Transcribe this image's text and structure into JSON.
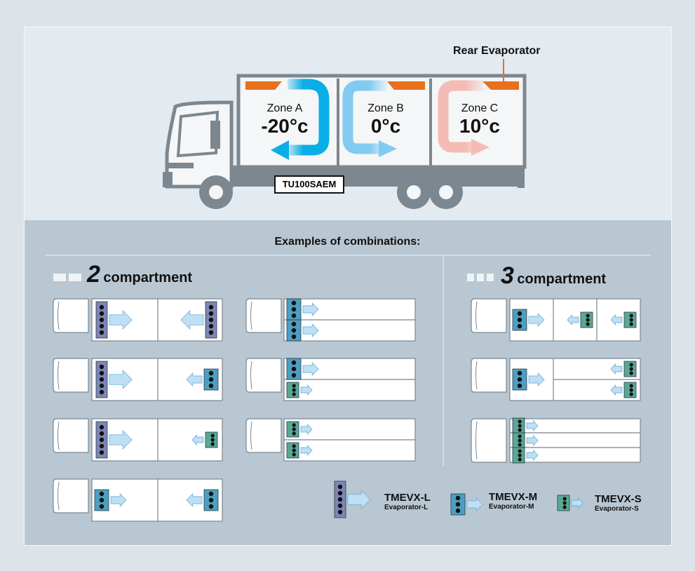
{
  "truck": {
    "rear_evaporator_label": "Rear Evaporator",
    "model_label": "TU100SAEM",
    "zones": [
      {
        "name": "Zone A",
        "temp": "-20°c"
      },
      {
        "name": "Zone B",
        "temp": "0°c"
      },
      {
        "name": "Zone C",
        "temp": "10°c"
      }
    ]
  },
  "examples": {
    "heading": "Examples of combinations:",
    "two_compartment": {
      "number": "2",
      "label": "compartment"
    },
    "three_compartment": {
      "number": "3",
      "label": "compartment"
    }
  },
  "legend": [
    {
      "name": "TMEVX-L",
      "sub": "Evaporator-L",
      "color": "#7d86b6"
    },
    {
      "name": "TMEVX-M",
      "sub": "Evaporator-M",
      "color": "#4c9fc1"
    },
    {
      "name": "TMEVX-S",
      "sub": "Evaporator-S",
      "color": "#5aa795"
    }
  ],
  "colors": {
    "zone_a": "#0aaee6",
    "zone_b": "#82cbf0",
    "zone_c": "#f4bcb4",
    "evaporator_bar": "#e8701e",
    "truck_body": "#7c878f"
  }
}
